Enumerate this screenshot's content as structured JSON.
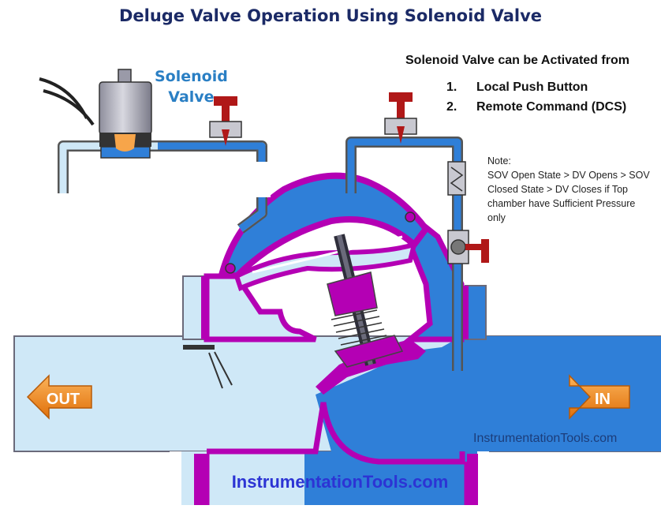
{
  "title": "Deluge Valve Operation Using Solenoid Valve",
  "solenoid_label": [
    "Solenoid",
    "Valve"
  ],
  "activation": {
    "heading": "Solenoid Valve can be Activated from",
    "items": [
      {
        "num": "1.",
        "text": "Local Push Button"
      },
      {
        "num": "2.",
        "text": "Remote Command (DCS)"
      }
    ]
  },
  "note": {
    "heading": "Note:",
    "lines": [
      "SOV Open State > DV Opens > SOV",
      "Closed State > DV Closes if Top",
      "chamber have Sufficient Pressure",
      "only"
    ]
  },
  "arrows": {
    "out": "OUT",
    "in": "IN"
  },
  "watermark_small": "InstrumentationTools.com",
  "watermark_big": "InstrumentationTools.com",
  "colors": {
    "title": "#1b2a66",
    "solenoid_label": "#2a7fc4",
    "valve_body": "#b400b4",
    "water_light": "#cfe8f7",
    "water_dark": "#2f7fd8",
    "arrow": "#f08a1e",
    "handle": "#b01818",
    "watermark": "#2c34d4"
  },
  "icons": [
    "solenoid-valve-icon",
    "needle-valve-icon",
    "ball-valve-icon",
    "strainer-icon",
    "out-arrow-icon",
    "in-arrow-icon"
  ]
}
